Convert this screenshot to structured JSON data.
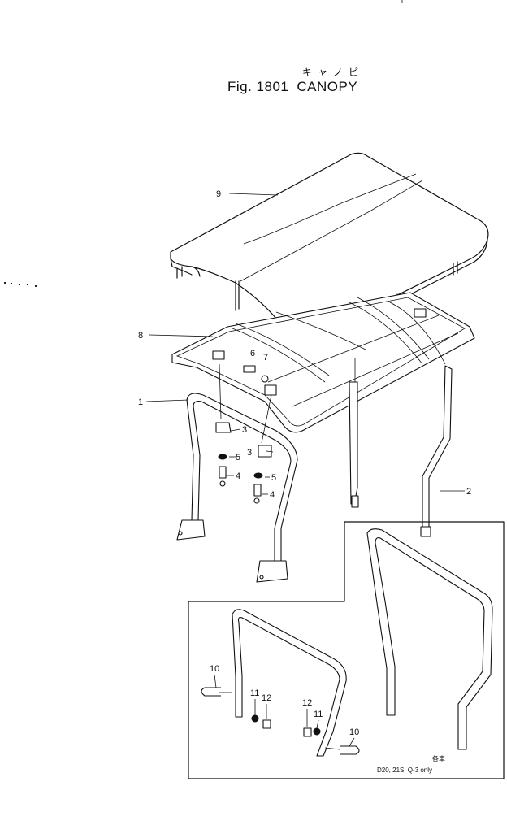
{
  "figure": {
    "title_jp": "キャノピ",
    "fig_label": "Fig. 1801",
    "title": "CANOPY"
  },
  "callouts": [
    {
      "id": "9",
      "label": "9"
    },
    {
      "id": "8",
      "label": "8"
    },
    {
      "id": "1",
      "label": "1"
    },
    {
      "id": "6",
      "label": "6"
    },
    {
      "id": "7",
      "label": "7"
    },
    {
      "id": "3a",
      "label": "3"
    },
    {
      "id": "3b",
      "label": "3"
    },
    {
      "id": "5a",
      "label": "5"
    },
    {
      "id": "5b",
      "label": "5"
    },
    {
      "id": "4a",
      "label": "4"
    },
    {
      "id": "4b",
      "label": "4"
    },
    {
      "id": "2",
      "label": "2"
    },
    {
      "id": "10a",
      "label": "10"
    },
    {
      "id": "10b",
      "label": "10"
    },
    {
      "id": "11a",
      "label": "11"
    },
    {
      "id": "11b",
      "label": "11"
    },
    {
      "id": "12a",
      "label": "12"
    },
    {
      "id": "12b",
      "label": "12"
    }
  ],
  "inset_note": {
    "line1": "各車",
    "line2": "D20, 21S, Q-3 only"
  }
}
